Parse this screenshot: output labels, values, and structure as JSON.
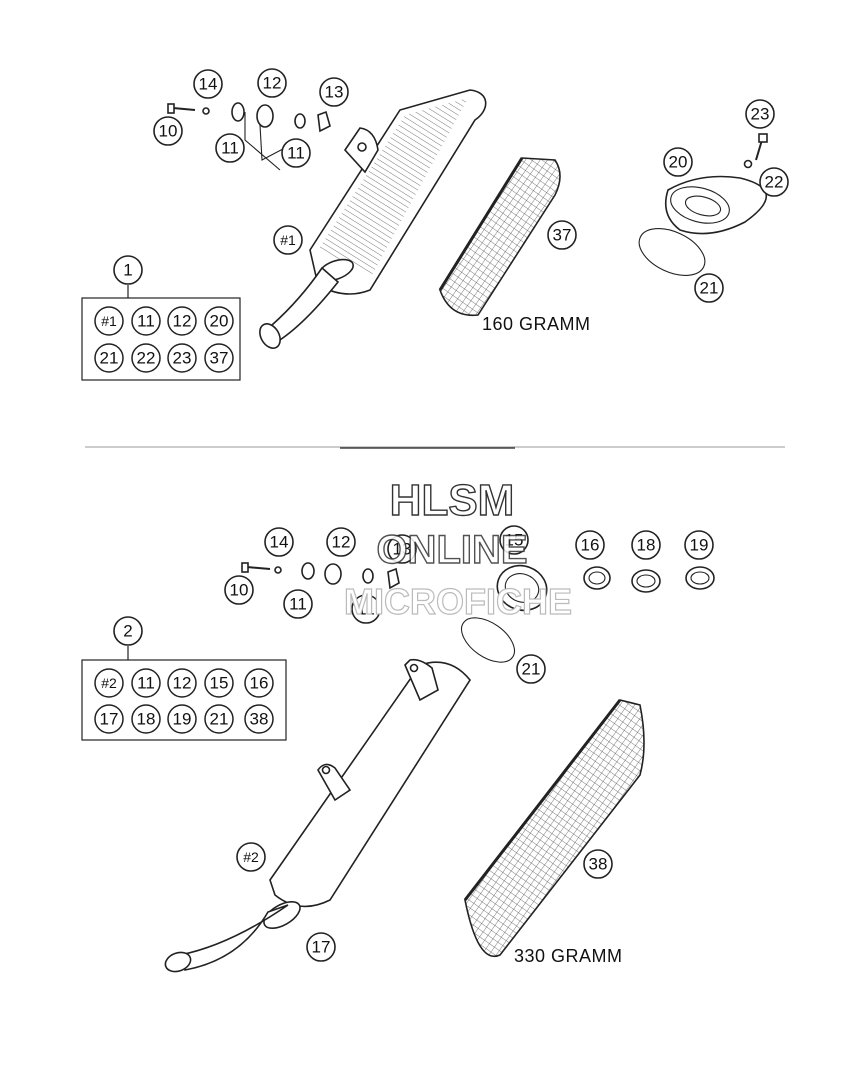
{
  "watermark": {
    "line1": "HLSM",
    "line2": "ONLINE",
    "line3": "MICROFICHE"
  },
  "top": {
    "kit_label": "1",
    "kit_items": [
      "#1",
      "11",
      "12",
      "20",
      "21",
      "22",
      "23",
      "37"
    ],
    "weight_label": "160 GRAMM",
    "callouts": {
      "c14": "14",
      "c12": "12",
      "c13": "13",
      "c10": "10",
      "c11a": "11",
      "c11b": "11",
      "silencer": "#1",
      "insert": "37",
      "c20": "20",
      "c23": "23",
      "c22": "22",
      "c21": "21"
    }
  },
  "bottom": {
    "kit_label": "2",
    "kit_items": [
      "#2",
      "11",
      "12",
      "15",
      "16",
      "17",
      "18",
      "19",
      "21",
      "38"
    ],
    "weight_label": "330 GRAMM",
    "callouts": {
      "c14": "14",
      "c12": "12",
      "c13": "13",
      "c15": "15",
      "c16": "16",
      "c18": "18",
      "c19": "19",
      "c10": "10",
      "c11a": "11",
      "c11b": "11",
      "c21": "21",
      "silencer": "#2",
      "c17": "17",
      "insert": "38"
    }
  }
}
